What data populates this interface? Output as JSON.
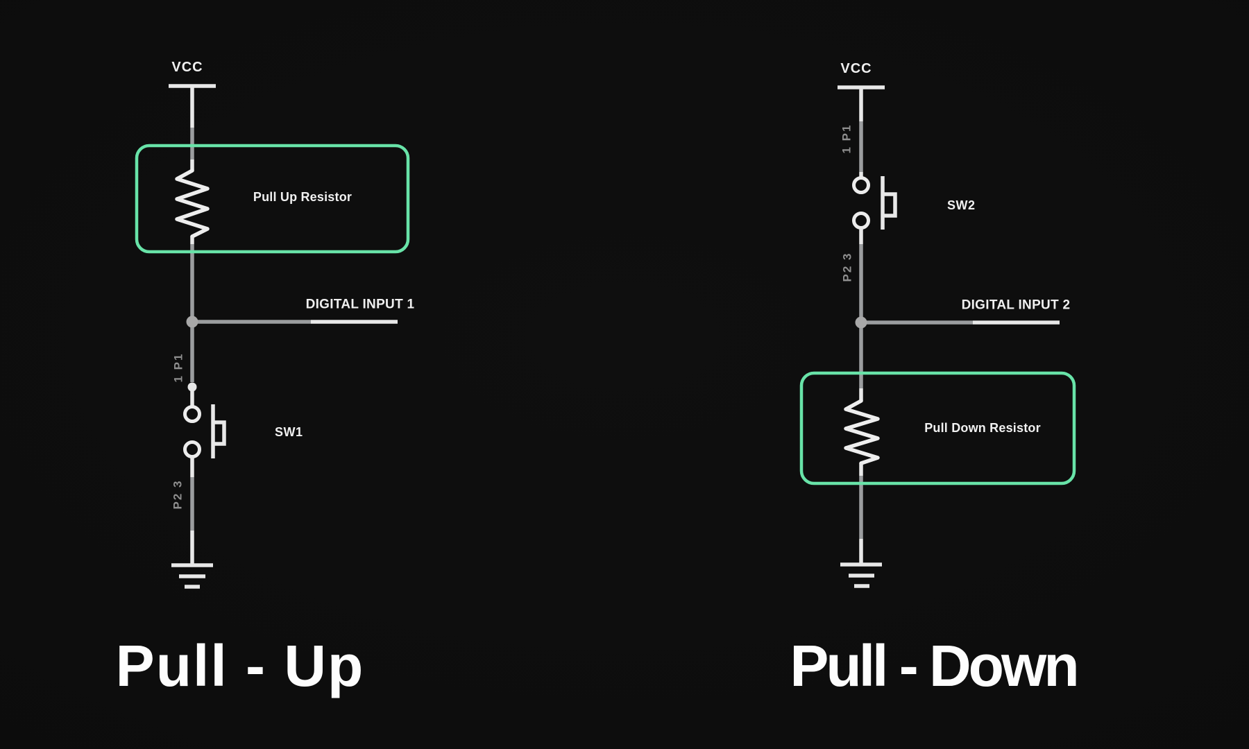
{
  "colors": {
    "background": "#0d0d0d",
    "accent_green": "#68e3a8",
    "wire_gray": "#9b9d9f",
    "wire_bright": "#e8e8e8",
    "label_white": "#f0f0f0",
    "pin_gray": "#8f8f8f"
  },
  "left": {
    "vcc": "VCC",
    "resistor_box_label": "Pull Up Resistor",
    "input_label": "DIGITAL INPUT 1",
    "pin_top": "1 P1",
    "pin_bottom": "P2 3",
    "switch_label": "SW1",
    "title": "Pull - Up"
  },
  "right": {
    "vcc": "VCC",
    "resistor_box_label": "Pull Down Resistor",
    "input_label": "DIGITAL INPUT 2",
    "pin_top": "1 P1",
    "pin_bottom": "P2 3",
    "switch_label": "SW2",
    "title": "Pull - Down"
  }
}
